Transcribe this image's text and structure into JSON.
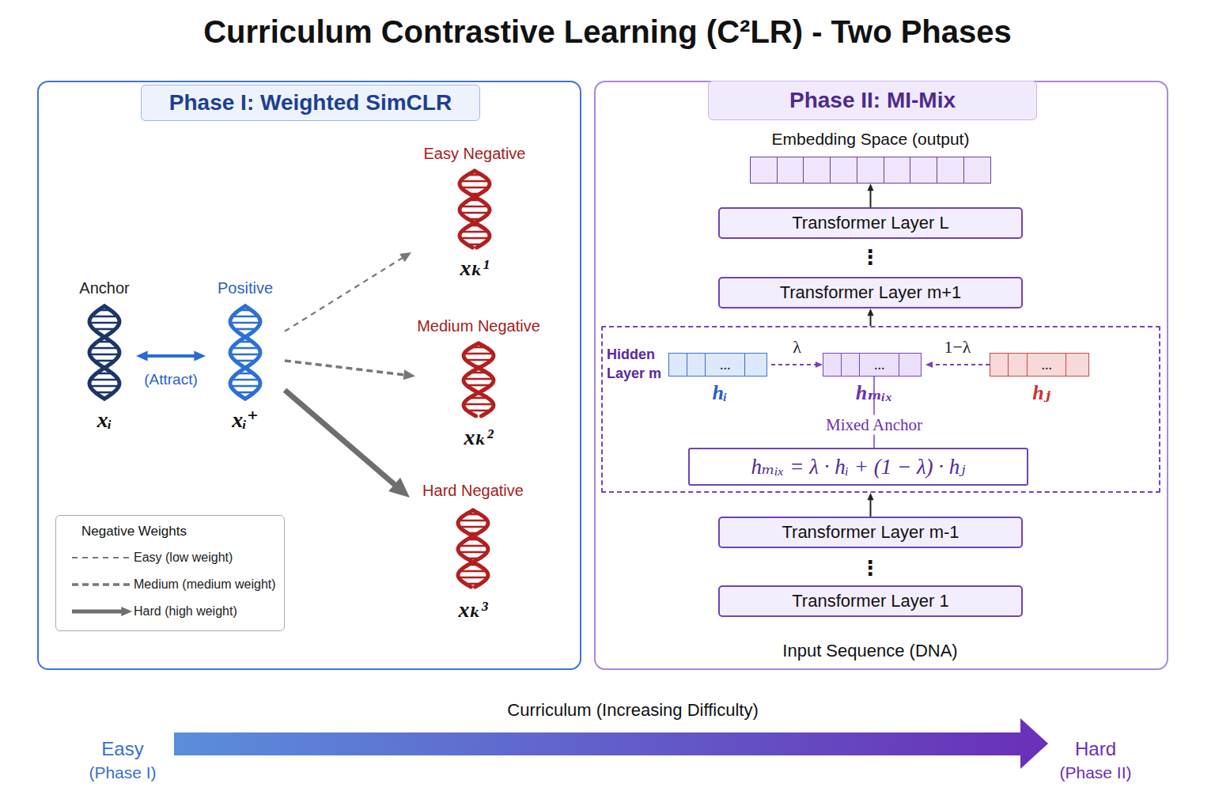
{
  "diagram": {
    "title": "Curriculum Contrastive Learning (C²LR) - Two Phases",
    "nodes": [
      {
        "text": [
          "Phase I: Weighted SimCLR"
        ]
      },
      {
        "text": [
          "Anchor",
          "xᵢ"
        ],
        "in": 0
      },
      {
        "text": [
          "Positive",
          "xᵢ⁺"
        ],
        "in": 0
      },
      {
        "text": [
          "Easy Negative",
          "xₖ¹"
        ],
        "in": 0
      },
      {
        "text": [
          "Medium Negative",
          "xₖ²"
        ],
        "in": 0
      },
      {
        "text": [
          "Hard Negative",
          "xₖ³"
        ],
        "in": 0
      },
      {
        "text": [
          "Phase II: MI-Mix"
        ]
      },
      {
        "text": [
          "Embedding Space (output)"
        ],
        "in": 6
      },
      {
        "text": [
          "Transformer Layer L"
        ],
        "in": 6
      },
      {
        "text": [
          "Transformer Layer m+1"
        ],
        "in": 6
      },
      {
        "text": [
          "Hidden Layer m"
        ],
        "in": 6
      },
      {
        "text": [
          "...",
          "hᵢ"
        ],
        "in": 10
      },
      {
        "text": [
          "...",
          "hₘᵢₓ"
        ],
        "in": 10
      },
      {
        "text": [
          "...",
          "hⱼ"
        ],
        "in": 10
      },
      {
        "text": [
          "hₘᵢₓ = λ · hᵢ + (1 − λ) · hⱼ"
        ],
        "in": 10
      },
      {
        "text": [
          "Transformer Layer m-1"
        ],
        "in": 6
      },
      {
        "text": [
          "Transformer Layer 1"
        ],
        "in": 6
      }
    ],
    "edges": [
      {
        "from": 1,
        "to": 2,
        "arrow": "both",
        "label": "(Attract)"
      },
      {
        "from": 2,
        "to": 3,
        "arrow": "to"
      },
      {
        "from": 2,
        "to": 4,
        "arrow": "to"
      },
      {
        "from": 2,
        "to": 5,
        "arrow": "to"
      },
      {
        "from": 8,
        "to": 7,
        "arrow": "to"
      },
      {
        "from": 10,
        "to": 9,
        "arrow": "to"
      },
      {
        "from": 15,
        "to": 10,
        "arrow": "to"
      },
      {
        "from": 11,
        "to": 12,
        "arrow": "to",
        "label": "λ"
      },
      {
        "from": 13,
        "to": 12,
        "arrow": "to",
        "label": "1−λ"
      },
      {
        "from": 14,
        "to": 12,
        "arrow": "none",
        "label": "Mixed Anchor"
      }
    ],
    "labels": [
      "Negative Weights",
      "⋮",
      "⋮",
      "Input Sequence (DNA)",
      "Curriculum (Increasing Difficulty)",
      "Easy",
      "(Phase I)",
      "Hard",
      "(Phase II)"
    ],
    "legend": [
      {
        "text": "Easy (low weight)"
      },
      {
        "text": "Medium (medium weight)"
      },
      {
        "text": "Hard (high weight)"
      }
    ]
  }
}
